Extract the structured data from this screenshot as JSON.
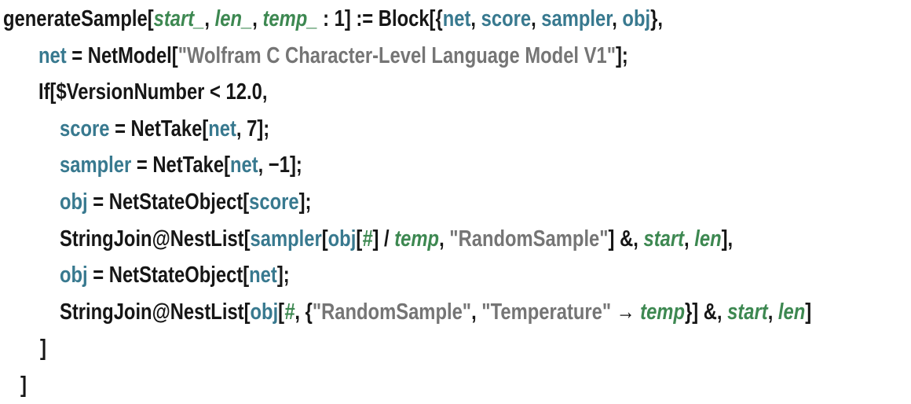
{
  "editor": {
    "language": "wolfram",
    "colors": {
      "plain": "#161616",
      "local": "#38798f",
      "pattern": "#3d8851",
      "string": "#757575"
    },
    "lines": [
      {
        "indent": 2,
        "tokens": [
          {
            "t": "generateSample[",
            "s": "plain"
          },
          {
            "t": "start_",
            "s": "pattern"
          },
          {
            "t": ", ",
            "s": "plain"
          },
          {
            "t": "len_",
            "s": "pattern"
          },
          {
            "t": ", ",
            "s": "plain"
          },
          {
            "t": "temp_",
            "s": "pattern"
          },
          {
            "t": " : 1] := Block[{",
            "s": "plain"
          },
          {
            "t": "net",
            "s": "local"
          },
          {
            "t": ", ",
            "s": "plain"
          },
          {
            "t": "score",
            "s": "local"
          },
          {
            "t": ", ",
            "s": "plain"
          },
          {
            "t": "sampler",
            "s": "local"
          },
          {
            "t": ", ",
            "s": "plain"
          },
          {
            "t": "obj",
            "s": "local"
          },
          {
            "t": "},",
            "s": "plain"
          }
        ]
      },
      {
        "indent": 47,
        "tokens": [
          {
            "t": "net",
            "s": "local"
          },
          {
            "t": " = NetModel[",
            "s": "plain"
          },
          {
            "t": "\"Wolfram C Character-Level Language Model V1\"",
            "s": "string"
          },
          {
            "t": "];",
            "s": "plain"
          }
        ]
      },
      {
        "indent": 47,
        "tokens": [
          {
            "t": "If[$VersionNumber < 12.0,",
            "s": "plain"
          }
        ]
      },
      {
        "indent": 74,
        "tokens": [
          {
            "t": "score",
            "s": "local"
          },
          {
            "t": " = NetTake[",
            "s": "plain"
          },
          {
            "t": "net",
            "s": "local"
          },
          {
            "t": ", 7];",
            "s": "plain"
          }
        ]
      },
      {
        "indent": 74,
        "tokens": [
          {
            "t": "sampler",
            "s": "local"
          },
          {
            "t": " = NetTake[",
            "s": "plain"
          },
          {
            "t": "net",
            "s": "local"
          },
          {
            "t": ", −1];",
            "s": "plain"
          }
        ]
      },
      {
        "indent": 74,
        "tokens": [
          {
            "t": "obj",
            "s": "local"
          },
          {
            "t": " = NetStateObject[",
            "s": "plain"
          },
          {
            "t": "score",
            "s": "local"
          },
          {
            "t": "];",
            "s": "plain"
          }
        ]
      },
      {
        "indent": 74,
        "tokens": [
          {
            "t": "StringJoin@NestList[",
            "s": "plain"
          },
          {
            "t": "sampler",
            "s": "local"
          },
          {
            "t": "[",
            "s": "plain"
          },
          {
            "t": "obj",
            "s": "local"
          },
          {
            "t": "[",
            "s": "plain"
          },
          {
            "t": "#",
            "s": "slot"
          },
          {
            "t": "] / ",
            "s": "plain"
          },
          {
            "t": "temp",
            "s": "pattern"
          },
          {
            "t": ", ",
            "s": "plain"
          },
          {
            "t": "\"RandomSample\"",
            "s": "string"
          },
          {
            "t": "] &, ",
            "s": "plain"
          },
          {
            "t": "start",
            "s": "pattern"
          },
          {
            "t": ", ",
            "s": "plain"
          },
          {
            "t": "len",
            "s": "pattern"
          },
          {
            "t": "],",
            "s": "plain"
          }
        ]
      },
      {
        "indent": 74,
        "tokens": [
          {
            "t": "obj",
            "s": "local"
          },
          {
            "t": " = NetStateObject[",
            "s": "plain"
          },
          {
            "t": "net",
            "s": "local"
          },
          {
            "t": "];",
            "s": "plain"
          }
        ]
      },
      {
        "indent": 74,
        "tokens": [
          {
            "t": "StringJoin@NestList[",
            "s": "plain"
          },
          {
            "t": "obj",
            "s": "local"
          },
          {
            "t": "[",
            "s": "plain"
          },
          {
            "t": "#",
            "s": "slot"
          },
          {
            "t": ", {",
            "s": "plain"
          },
          {
            "t": "\"RandomSample\"",
            "s": "string"
          },
          {
            "t": ", ",
            "s": "plain"
          },
          {
            "t": "\"Temperature\"",
            "s": "string"
          },
          {
            "t": " → ",
            "s": "plain"
          },
          {
            "t": "temp",
            "s": "pattern"
          },
          {
            "t": "}] &, ",
            "s": "plain"
          },
          {
            "t": "start",
            "s": "pattern"
          },
          {
            "t": ", ",
            "s": "plain"
          },
          {
            "t": "len",
            "s": "pattern"
          },
          {
            "t": "]",
            "s": "plain"
          }
        ]
      },
      {
        "indent": 49,
        "tokens": [
          {
            "t": "]",
            "s": "plain"
          }
        ]
      },
      {
        "indent": 24,
        "tokens": [
          {
            "t": "]",
            "s": "plain"
          }
        ]
      }
    ]
  }
}
